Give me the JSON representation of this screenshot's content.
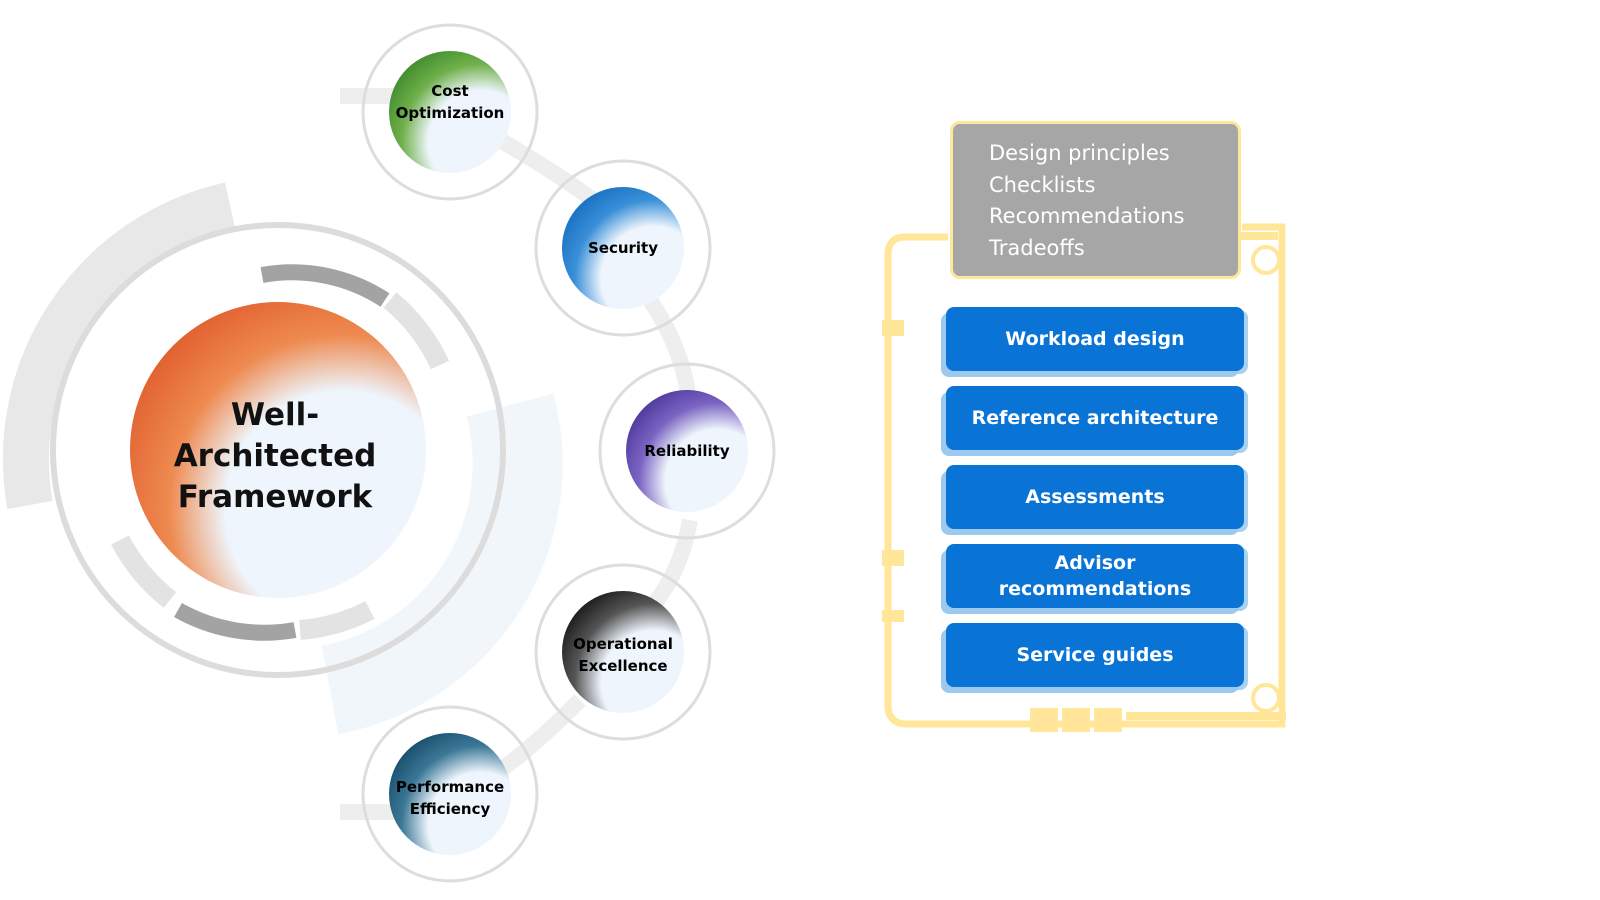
{
  "framework": {
    "title_lines": [
      "Well-",
      "Architected",
      "Framework"
    ]
  },
  "pillars": [
    {
      "lines": [
        "Cost",
        "Optimization"
      ],
      "color": "#3b8a2c"
    },
    {
      "lines": [
        "Security"
      ],
      "color": "#0a6fc7"
    },
    {
      "lines": [
        "Reliability"
      ],
      "color": "#5a3fa6"
    },
    {
      "lines": [
        "Operational",
        "Excellence"
      ],
      "color": "#111111"
    },
    {
      "lines": [
        "Performance",
        "Efficiency"
      ],
      "color": "#0f4a66"
    }
  ],
  "guidance": {
    "items": [
      "Design principles",
      "Checklists",
      "Recommendations",
      "Tradeoffs"
    ]
  },
  "resources": [
    {
      "lines": [
        "Workload design"
      ]
    },
    {
      "lines": [
        "Reference architecture"
      ]
    },
    {
      "lines": [
        "Assessments"
      ]
    },
    {
      "lines": [
        "Advisor",
        "recommendations"
      ]
    },
    {
      "lines": [
        "Service guides"
      ]
    }
  ],
  "colors": {
    "framework_orange": "#e05a20",
    "resource_blue": "#0a74d6",
    "frame_yellow": "#ffe699",
    "info_gray": "#a6a6a6"
  }
}
